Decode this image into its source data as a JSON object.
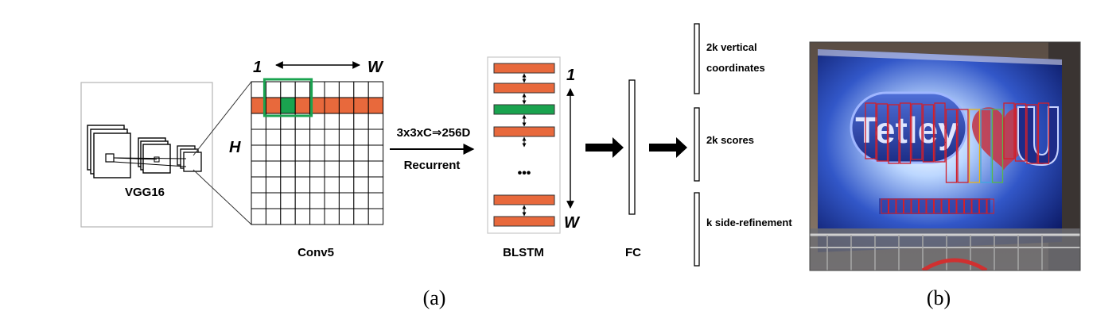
{
  "panel_a": {
    "caption": "(a)",
    "vgg_label": "VGG16",
    "conv5": {
      "label": "Conv5",
      "top_left_label": "1",
      "top_right_label": "W",
      "side_label": "H",
      "rows": 9,
      "cols": 9,
      "highlight_row": 1,
      "window_cols": 3,
      "colors": {
        "row": "#e8693c",
        "window": "#1aa34f",
        "cell": "#1aa34f"
      }
    },
    "op_label_top": "3x3xC⇒256D",
    "op_label_bottom": "Recurrent",
    "blstm": {
      "label": "BLSTM",
      "top_label": "1",
      "bottom_label": "W",
      "ellipsis": "•••",
      "colors": {
        "cell": "#e8693c",
        "highlight": "#1aa34f"
      }
    },
    "fc_label": "FC",
    "outputs": [
      {
        "label_line1": "2k vertical",
        "label_line2": "coordinates"
      },
      {
        "label_line1": "2k scores",
        "label_line2": ""
      },
      {
        "label_line1": "k side-refinement",
        "label_line2": ""
      }
    ]
  },
  "panel_b": {
    "caption": "(b)",
    "billboard_text": "Tetley",
    "box_color": "#d0202c"
  }
}
